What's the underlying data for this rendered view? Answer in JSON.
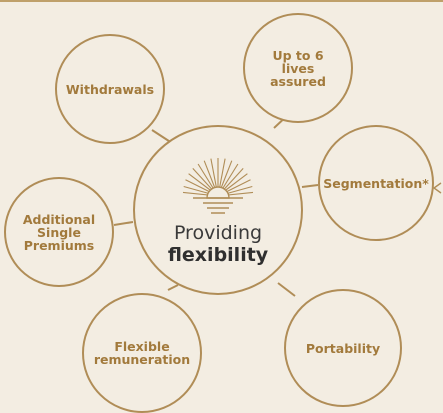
{
  "center": {
    "line1": "Providing",
    "line2": "flexibility",
    "icon": "sunrise-icon"
  },
  "satellites": [
    {
      "id": "withdrawals",
      "label": "Withdrawals"
    },
    {
      "id": "lives-assured",
      "label": "Up to 6\nlives\nassured"
    },
    {
      "id": "segmentation",
      "label": "Segmentation*"
    },
    {
      "id": "additional-single-premiums",
      "label": "Additional\nSingle\nPremiums"
    },
    {
      "id": "flexible-remuneration",
      "label": "Flexible\nremuneration"
    },
    {
      "id": "portability",
      "label": "Portability"
    }
  ],
  "colors": {
    "background": "#f3ede2",
    "accent": "#b08d57",
    "label": "#a27a3c"
  },
  "edge_indicator": "chevron-left-icon"
}
